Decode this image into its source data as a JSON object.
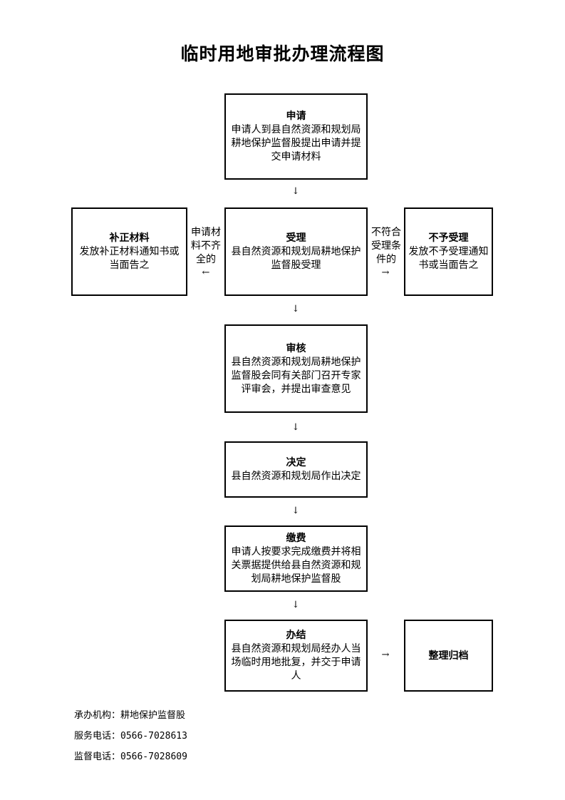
{
  "title": "临时用地审批办理流程图",
  "steps": {
    "apply": {
      "title": "申请",
      "body": "申请人到县自然资源和规划局耕地保护监督股提出申请并提交申请材料"
    },
    "accept": {
      "title": "受理",
      "body": "县自然资源和规划局耕地保护监督股受理"
    },
    "supplement": {
      "title": "补正材料",
      "body": "发放补正材料通知书或当面告之"
    },
    "reject": {
      "title": "不予受理",
      "body": "发放不予受理通知书或当面告之"
    },
    "review": {
      "title": "审核",
      "body": "县自然资源和规划局耕地保护监督股会同有关部门召开专家评审会，并提出审查意见"
    },
    "decide": {
      "title": "决定",
      "body": "县自然资源和规划局作出决定"
    },
    "pay": {
      "title": "缴费",
      "body": "申请人按要求完成缴费并将相关票据提供给县自然资源和规划局耕地保护监督股"
    },
    "finish": {
      "title": "办结",
      "body": "县自然资源和规划局经办人当场临时用地批复，并交于申请人"
    },
    "archive": {
      "title": "整理归档"
    }
  },
  "conditions": {
    "incomplete": "申请材料不齐全的",
    "not_qualified": "不符合受理条件的"
  },
  "arrows": {
    "down": "↓",
    "left": "←",
    "right": "→"
  },
  "footer": {
    "org": "承办机构：耕地保护监督股",
    "service_phone": "服务电话：0566-7028613",
    "supervise_phone": "监督电话：0566-7028609"
  }
}
